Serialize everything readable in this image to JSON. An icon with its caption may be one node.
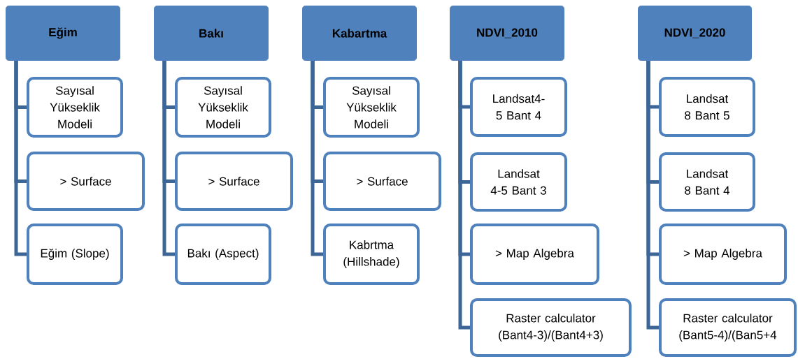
{
  "diagram": {
    "nodes": [
      {
        "text": [
          "Eğim"
        ]
      },
      {
        "text": [
          "Sayısal Yükseklik Modeli"
        ]
      },
      {
        "text": [
          "> Surface"
        ]
      },
      {
        "text": [
          "Eğim (Slope)"
        ]
      },
      {
        "text": [
          "Bakı"
        ]
      },
      {
        "text": [
          "Sayısal Yükseklik Modeli"
        ]
      },
      {
        "text": [
          "> Surface"
        ]
      },
      {
        "text": [
          "Bakı (Aspect)"
        ]
      },
      {
        "text": [
          "Kabartma"
        ]
      },
      {
        "text": [
          "Sayısal Yükseklik Modeli"
        ]
      },
      {
        "text": [
          "> Surface"
        ]
      },
      {
        "text": [
          "Kabrtma (Hillshade)"
        ]
      },
      {
        "text": [
          "NDVI_2010"
        ]
      },
      {
        "text": [
          "Landsat4-5 Bant 4"
        ]
      },
      {
        "text": [
          "Landsat 4-5 Bant 3"
        ]
      },
      {
        "text": [
          "> Map Algebra"
        ]
      },
      {
        "text": [
          "Raster calculator (Bant4-3)/(Bant4+3)"
        ]
      },
      {
        "text": [
          "NDVI_2020"
        ]
      },
      {
        "text": [
          "Landsat 8 Bant 5"
        ]
      },
      {
        "text": [
          "Landsat 8 Bant 4"
        ]
      },
      {
        "text": [
          "> Map Algebra"
        ]
      },
      {
        "text": [
          "Raster calculator (Bant5-4)/(Ban5+4"
        ]
      }
    ],
    "edges": [
      {
        "from": 0,
        "to": 1,
        "arrow": "none"
      },
      {
        "from": 0,
        "to": 2,
        "arrow": "none"
      },
      {
        "from": 0,
        "to": 3,
        "arrow": "none"
      },
      {
        "from": 4,
        "to": 5,
        "arrow": "none"
      },
      {
        "from": 4,
        "to": 6,
        "arrow": "none"
      },
      {
        "from": 4,
        "to": 7,
        "arrow": "none"
      },
      {
        "from": 8,
        "to": 9,
        "arrow": "none"
      },
      {
        "from": 8,
        "to": 10,
        "arrow": "none"
      },
      {
        "from": 8,
        "to": 11,
        "arrow": "none"
      },
      {
        "from": 12,
        "to": 13,
        "arrow": "none"
      },
      {
        "from": 12,
        "to": 14,
        "arrow": "none"
      },
      {
        "from": 12,
        "to": 15,
        "arrow": "none"
      },
      {
        "from": 12,
        "to": 16,
        "arrow": "none"
      },
      {
        "from": 17,
        "to": 18,
        "arrow": "none"
      },
      {
        "from": 17,
        "to": 19,
        "arrow": "none"
      },
      {
        "from": 17,
        "to": 20,
        "arrow": "none"
      },
      {
        "from": 17,
        "to": 21,
        "arrow": "none"
      }
    ]
  }
}
